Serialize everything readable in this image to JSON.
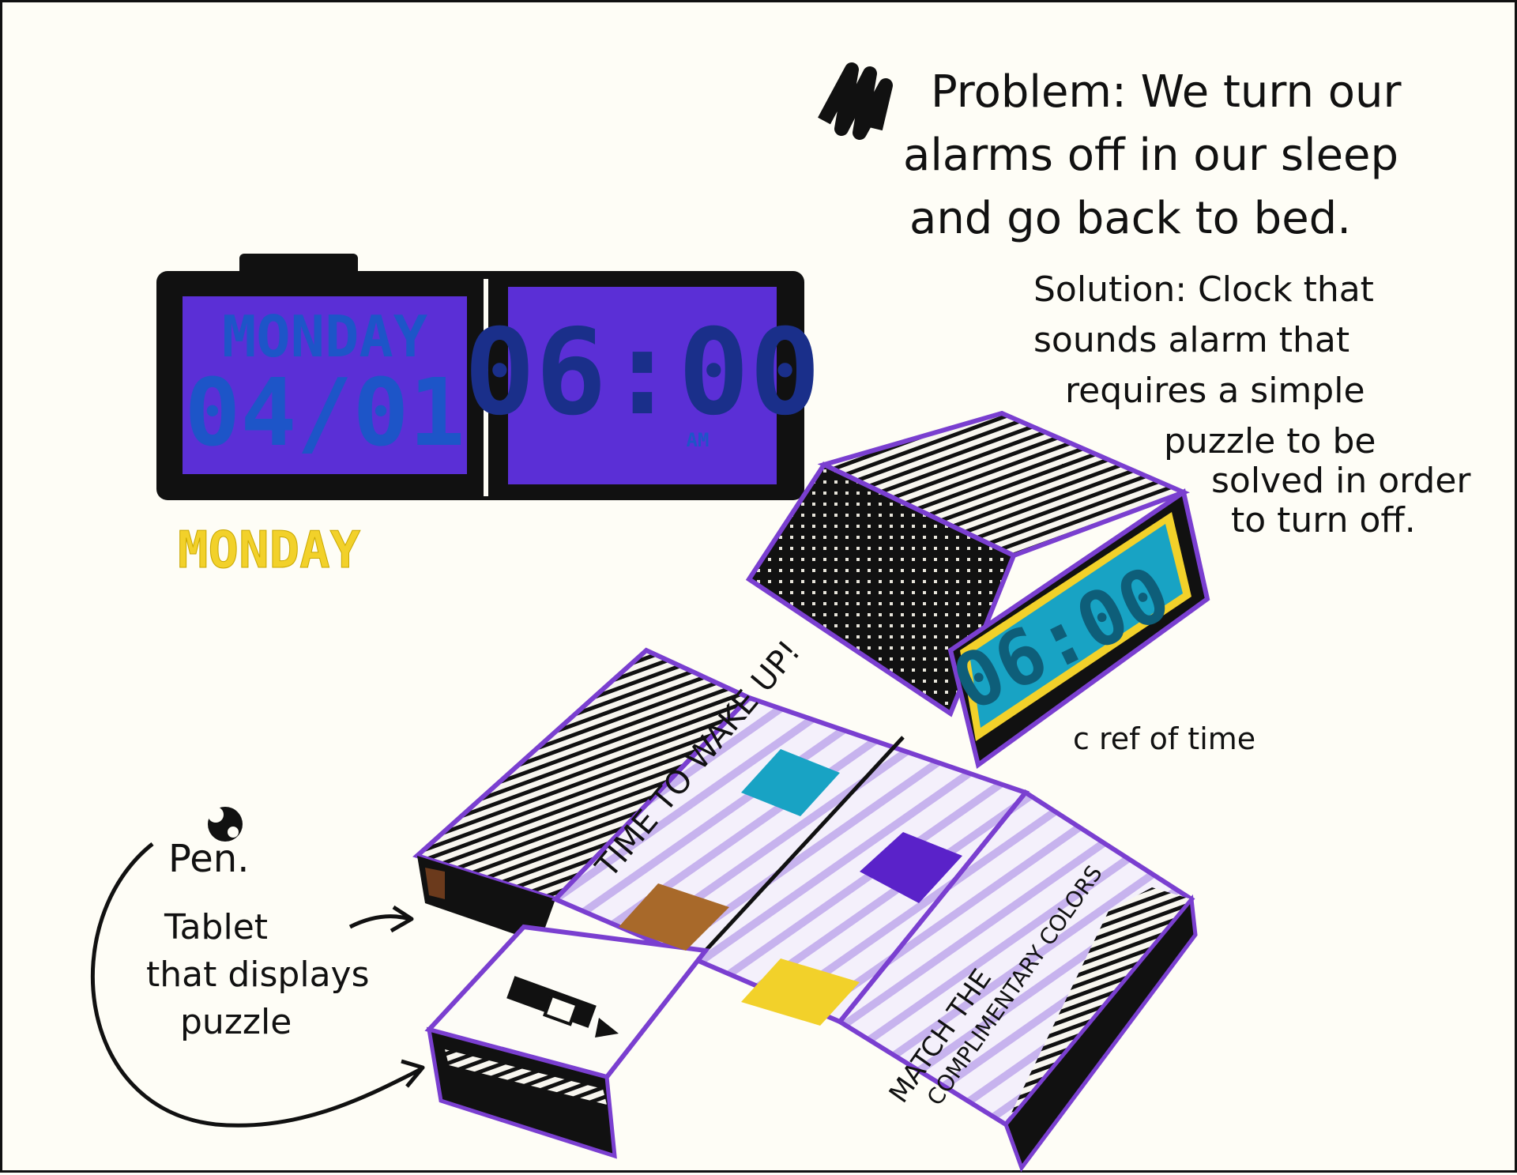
{
  "problem": {
    "line1": "Problem: We turn our",
    "line2": "alarms off in our sleep",
    "line3": "and go back to bed."
  },
  "solution": {
    "line1": "Solution: Clock that",
    "line2": "sounds alarm that",
    "line3": "requires a simple",
    "line4": "puzzle to be",
    "line5": "solved in order",
    "line6": "to turn off."
  },
  "clock_front": {
    "day": "MONDAY",
    "date": "04/01",
    "time": "06:00",
    "ampm": "AM"
  },
  "day_label": "MONDAY",
  "side_clock": {
    "time": "06:00",
    "note": "c ref of time"
  },
  "tablet": {
    "panel_left": "TIME TO WAKE UP!",
    "panel_right_line1": "MATCH THE",
    "panel_right_line2": "COMPLIMENTARY COLORS"
  },
  "annotations": {
    "pen": "Pen.",
    "tablet_line1": "Tablet",
    "tablet_line2": "that displays",
    "tablet_line3": "puzzle"
  },
  "colors": {
    "ink": "#111111",
    "lcd_purple": "#5b2fd6",
    "lcd_blue_text": "#1d55c8",
    "teal": "#18a3c4",
    "yellow": "#f2d12a",
    "brown": "#a8692a",
    "violet": "#5a22c9",
    "outline_purple": "#7a3fd0",
    "stripe_lavender": "#c9b4ee"
  }
}
